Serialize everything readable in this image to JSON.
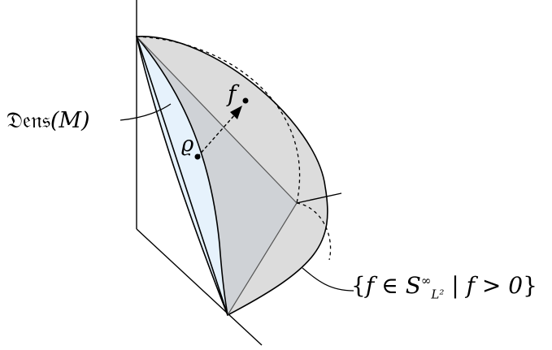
{
  "labels": {
    "dens_prefix": "𝔇𝔢𝔫𝔰",
    "dens_args": "(M)",
    "f": "f",
    "rho": "ϱ",
    "set_open": "{",
    "set_f": "f",
    "set_in": " ∈ ",
    "set_S": "S",
    "set_sub": "L²",
    "set_sup": "∞",
    "set_bar": " | ",
    "set_cond": "f > 0",
    "set_close": "}"
  },
  "colors": {
    "grey_fill": "#dcdcdc",
    "dark_grey_fill": "#cfd2d6",
    "blue_fill": "#e6f2fc",
    "stroke": "#000000"
  }
}
